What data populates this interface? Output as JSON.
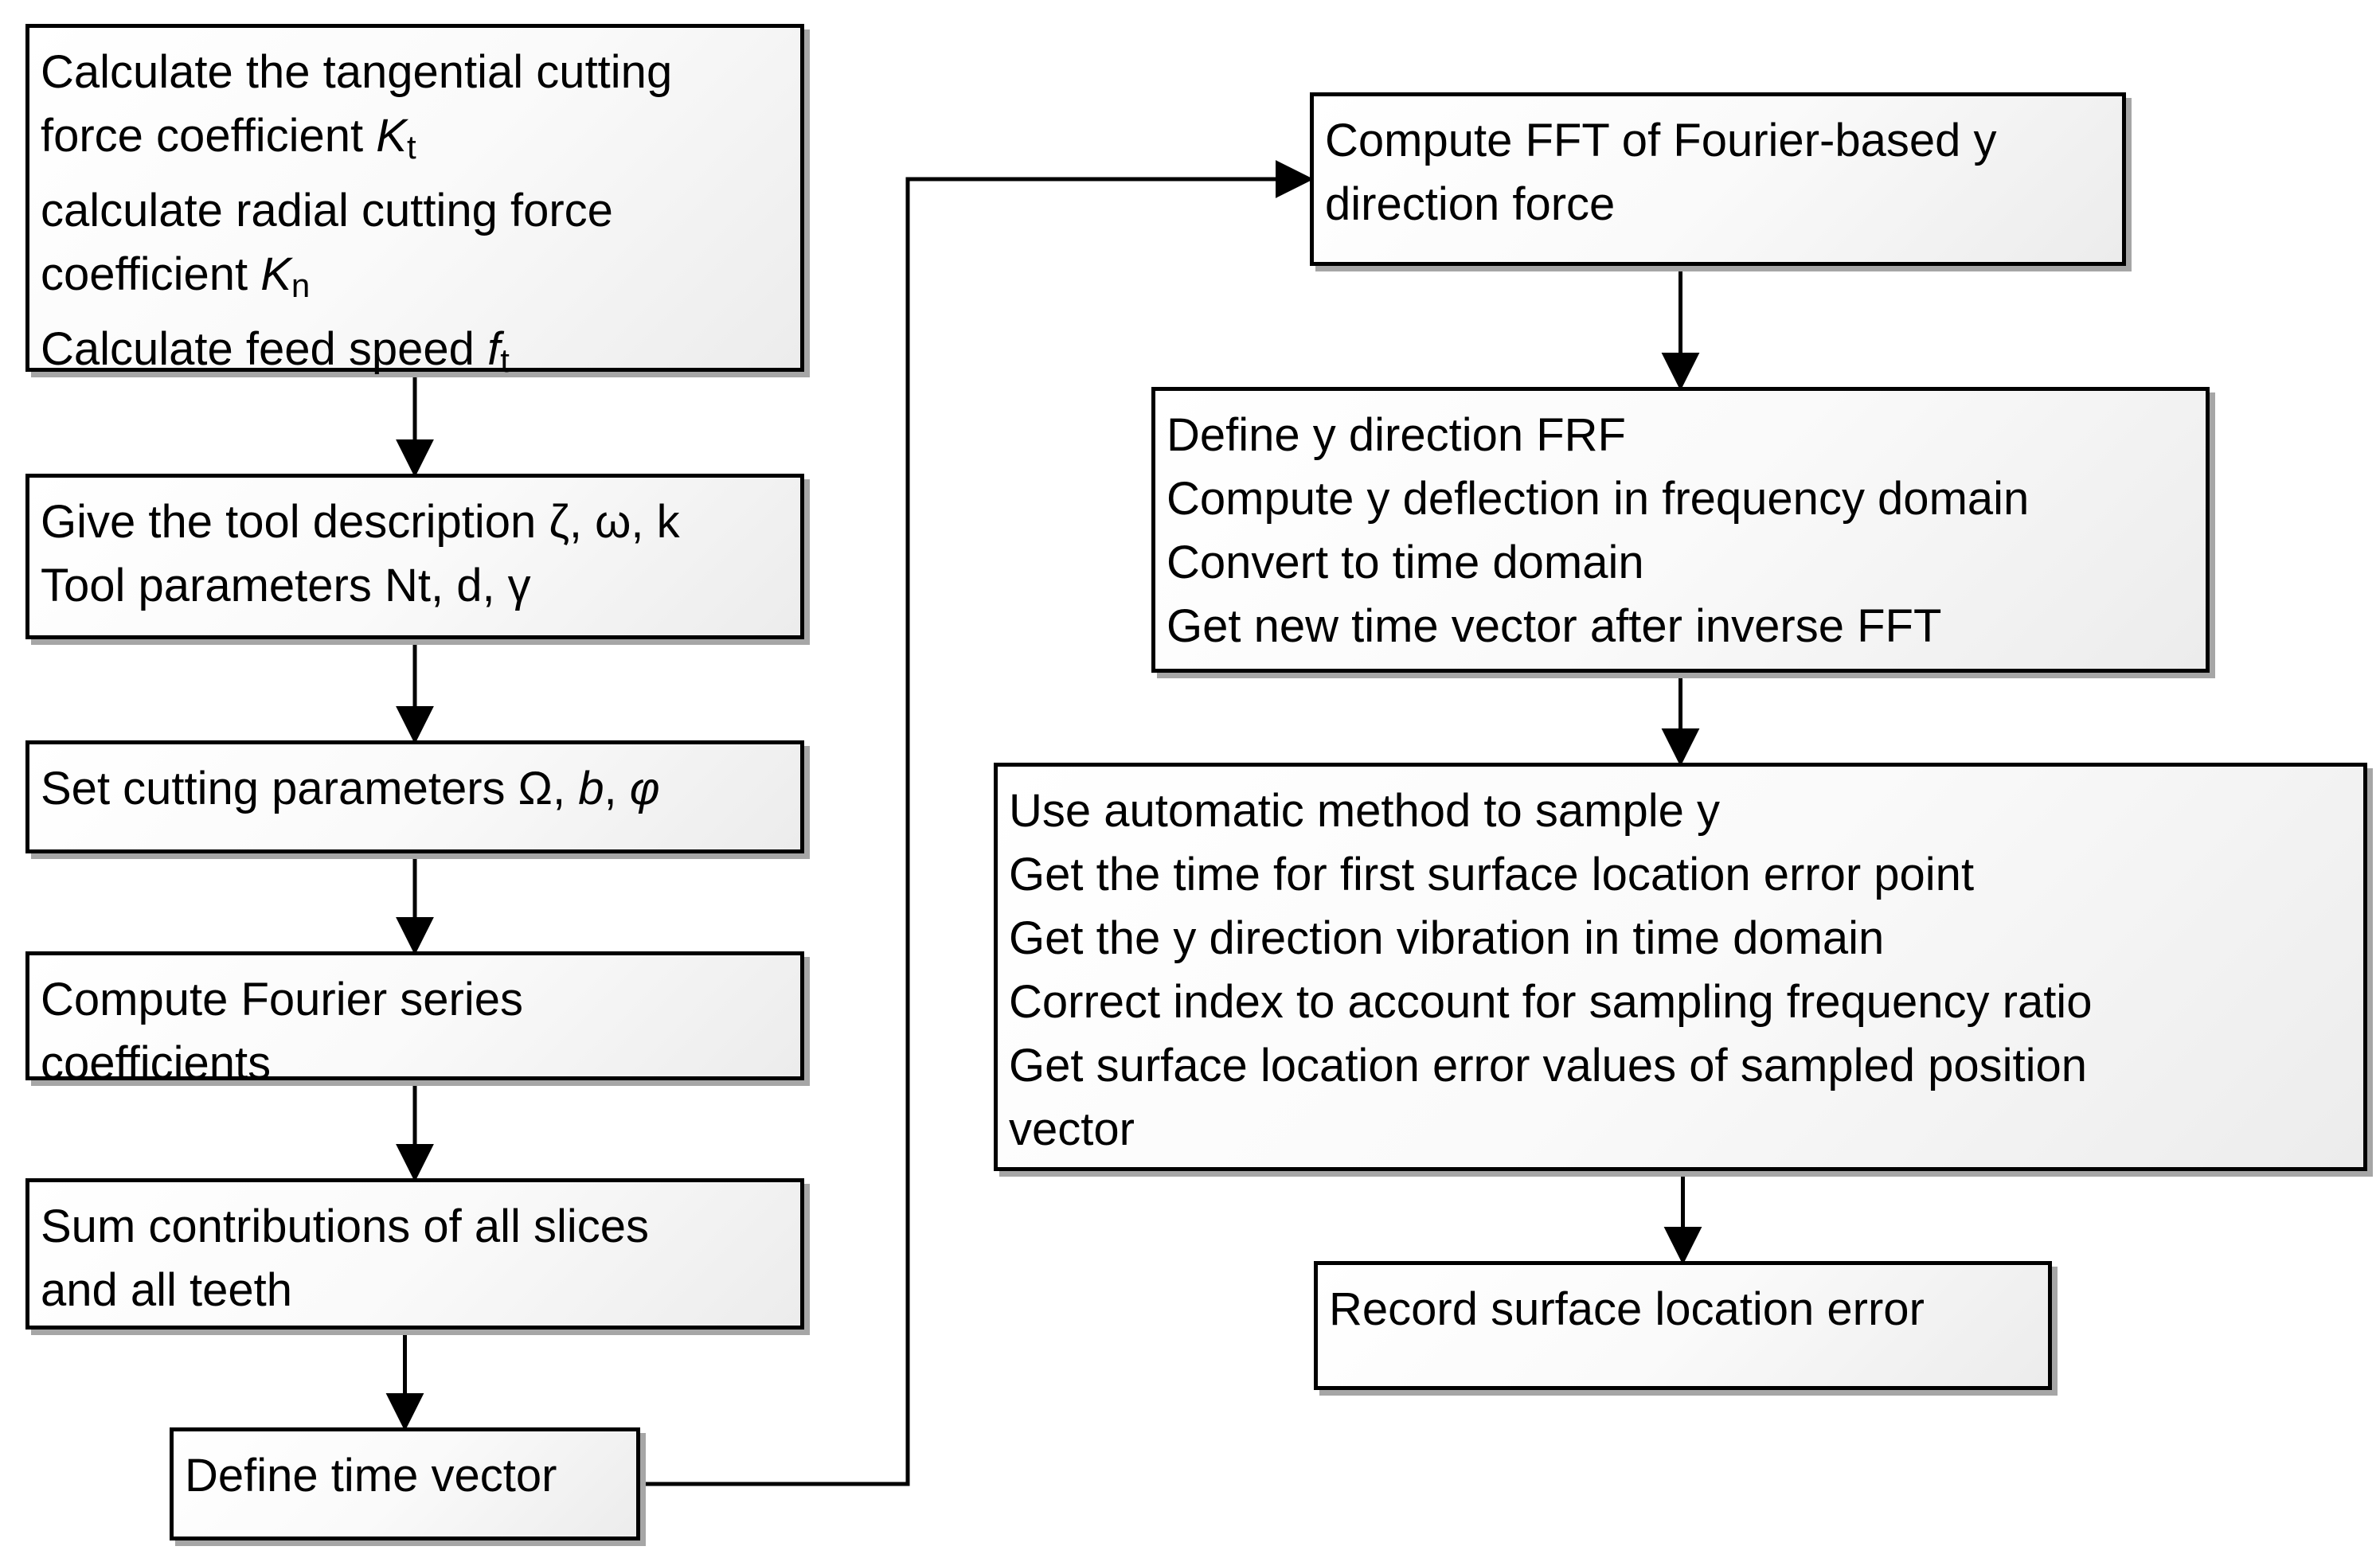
{
  "nodes": [
    {
      "id": "n1",
      "lines": [
        [
          {
            "t": "Calculate the tangential cutting"
          }
        ],
        [
          {
            "t": "force coefficient "
          },
          {
            "t": "K",
            "style": "it"
          },
          {
            "t": "t",
            "style": "sub"
          }
        ],
        [
          {
            "t": "calculate radial cutting force"
          }
        ],
        [
          {
            "t": "coefficient "
          },
          {
            "t": "K",
            "style": "it"
          },
          {
            "t": "n",
            "style": "sub"
          }
        ],
        [
          {
            "t": "Calculate feed speed "
          },
          {
            "t": "f",
            "style": "it"
          },
          {
            "t": "t",
            "style": "sub"
          }
        ]
      ]
    },
    {
      "id": "n2",
      "lines": [
        [
          {
            "t": "Give the tool description ζ, ω, k"
          }
        ],
        [
          {
            "t": "Tool parameters Nt, d, γ"
          }
        ]
      ]
    },
    {
      "id": "n3",
      "lines": [
        [
          {
            "t": "Set cutting parameters Ω, "
          },
          {
            "t": "b",
            "style": "it"
          },
          {
            "t": ", "
          },
          {
            "t": "φ",
            "style": "it"
          }
        ]
      ]
    },
    {
      "id": "n4",
      "lines": [
        [
          {
            "t": "Compute Fourier series"
          }
        ],
        [
          {
            "t": "coefficients"
          }
        ]
      ]
    },
    {
      "id": "n5",
      "lines": [
        [
          {
            "t": "Sum contributions of all slices"
          }
        ],
        [
          {
            "t": "and all teeth"
          }
        ]
      ]
    },
    {
      "id": "n6",
      "lines": [
        [
          {
            "t": "Define time vector"
          }
        ]
      ]
    },
    {
      "id": "n7",
      "lines": [
        [
          {
            "t": "Compute FFT of Fourier-based y"
          }
        ],
        [
          {
            "t": "direction force"
          }
        ]
      ]
    },
    {
      "id": "n8",
      "lines": [
        [
          {
            "t": "Define y direction FRF"
          }
        ],
        [
          {
            "t": "Compute y deflection in frequency domain"
          }
        ],
        [
          {
            "t": "Convert to time domain"
          }
        ],
        [
          {
            "t": "Get new time vector after inverse FFT"
          }
        ]
      ]
    },
    {
      "id": "n9",
      "lines": [
        [
          {
            "t": "Use automatic method to sample y"
          }
        ],
        [
          {
            "t": "Get the time for first surface location error point"
          }
        ],
        [
          {
            "t": "Get the y direction vibration in time domain"
          }
        ],
        [
          {
            "t": "Correct index to account for sampling frequency ratio"
          }
        ],
        [
          {
            "t": "Get surface location error values of sampled position"
          }
        ],
        [
          {
            "t": "vector"
          }
        ]
      ]
    },
    {
      "id": "n10",
      "lines": [
        [
          {
            "t": "Record surface location error"
          }
        ]
      ]
    }
  ],
  "edges": [
    {
      "from": "n1",
      "to": "n2"
    },
    {
      "from": "n2",
      "to": "n3"
    },
    {
      "from": "n3",
      "to": "n4"
    },
    {
      "from": "n4",
      "to": "n5"
    },
    {
      "from": "n5",
      "to": "n6"
    },
    {
      "from": "n6",
      "to": "n7"
    },
    {
      "from": "n7",
      "to": "n8"
    },
    {
      "from": "n8",
      "to": "n9"
    },
    {
      "from": "n9",
      "to": "n10"
    }
  ]
}
